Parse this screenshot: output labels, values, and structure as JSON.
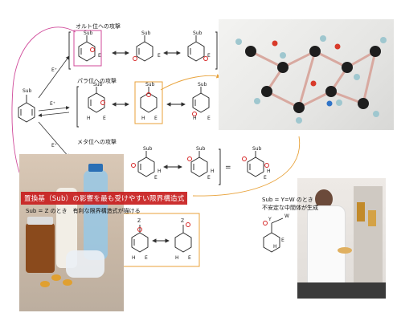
{
  "sections": {
    "ortho": {
      "title": "オルト位への攻撃"
    },
    "para": {
      "title": "パラ位への攻撃"
    },
    "meta": {
      "title": "メタ位への攻撃"
    }
  },
  "labels": {
    "sub": "Sub",
    "electrophile": "E",
    "eplus": "E⁺",
    "hydrogen": "H",
    "z": "Z",
    "y": "Y",
    "w": "W",
    "plus": "⊕",
    "equals": "="
  },
  "banner": {
    "text": "置換基（Sub）の影響を最も受けやすい限界構造式"
  },
  "notes": {
    "z_case": "Sub = Z のとき　有利な限界構造式が描ける",
    "yw_case": "Sub = Y=W のとき",
    "yw_case2": "不安定な中間体が生成"
  },
  "colors": {
    "accent_pink": "#d04a9a",
    "accent_orange": "#e8a23a",
    "banner_red": "#c81e1e",
    "charge_red": "#d62828"
  }
}
